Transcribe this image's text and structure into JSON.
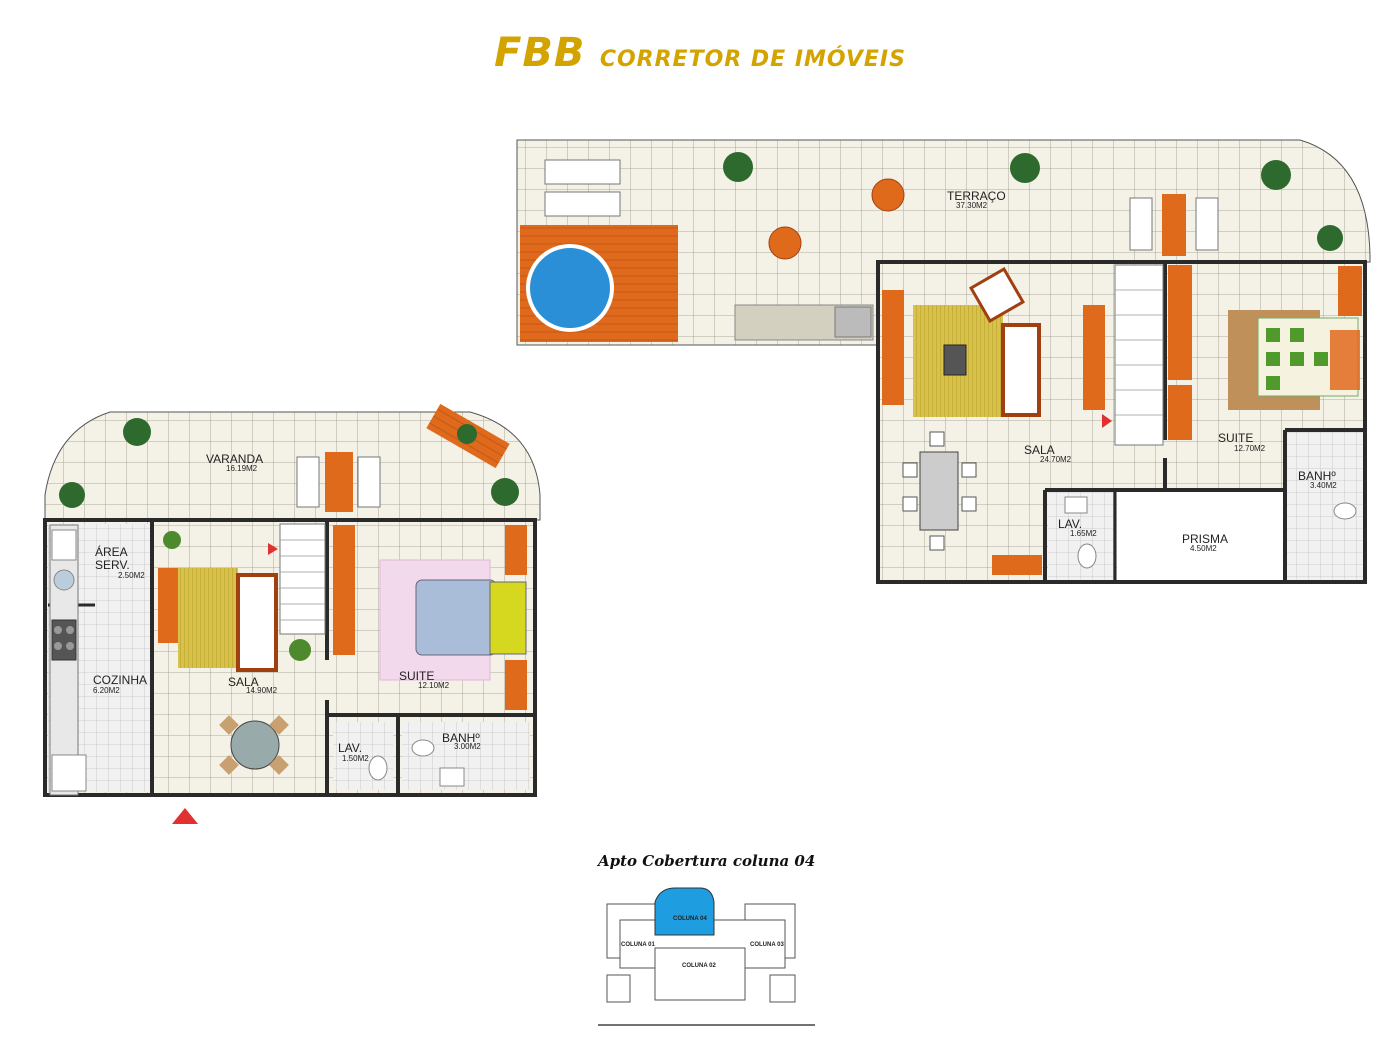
{
  "header": {
    "brand": "FBB",
    "subtitle": "CORRETOR DE IMÓVEIS"
  },
  "lower_floor": {
    "rooms": [
      {
        "key": "varanda",
        "name": "VARANDA",
        "area": "16.19M2"
      },
      {
        "key": "area_serv",
        "name": "ÁREA",
        "name2": "SERV.",
        "area": "2.50M2"
      },
      {
        "key": "cozinha",
        "name": "COZINHA",
        "area": "6.20M2"
      },
      {
        "key": "sala",
        "name": "SALA",
        "area": "14.90M2"
      },
      {
        "key": "suite",
        "name": "SUITE",
        "area": "12.10M2"
      },
      {
        "key": "lav",
        "name": "LAV.",
        "area": "1.50M2"
      },
      {
        "key": "banho",
        "name": "BANHº",
        "area": "3.00M2"
      }
    ]
  },
  "upper_floor": {
    "rooms": [
      {
        "key": "terraco",
        "name": "TERRAÇO",
        "area": "37.30M2"
      },
      {
        "key": "sala",
        "name": "SALA",
        "area": "24.70M2"
      },
      {
        "key": "suite",
        "name": "SUITE",
        "area": "12.70M2"
      },
      {
        "key": "banho",
        "name": "BANHº",
        "area": "3.40M2"
      },
      {
        "key": "lav",
        "name": "LAV.",
        "area": "1.65M2"
      },
      {
        "key": "prisma",
        "name": "PRISMA",
        "area": "4.50M2"
      }
    ]
  },
  "key_plan": {
    "title": "Apto Cobertura coluna 04",
    "columns": [
      "COLUNA 04",
      "COLUNA 01",
      "COLUNA 03",
      "COLUNA 02"
    ],
    "highlight_color": "#1e9ee0"
  },
  "colors": {
    "brand": "#d3a400",
    "wall": "#2a2a2a",
    "wood": "#e06a1c",
    "pool": "#2a8fd6",
    "rug_yellow": "#d9c24a"
  }
}
